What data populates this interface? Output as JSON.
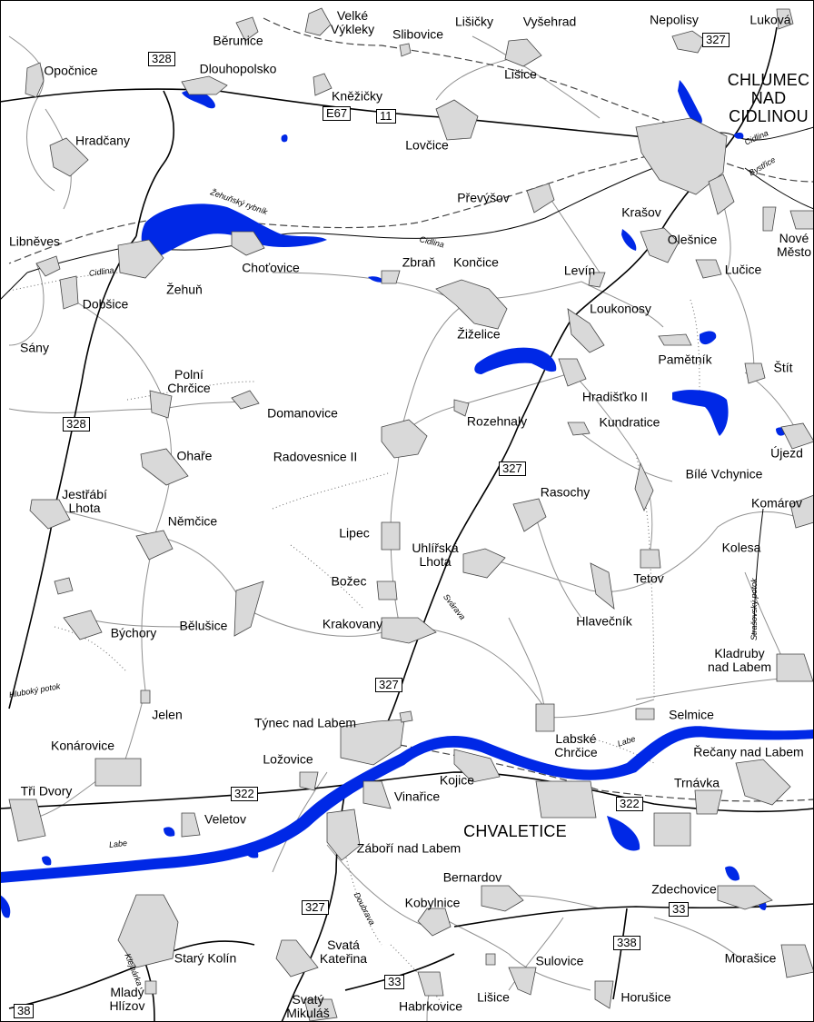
{
  "colors": {
    "water": "#0028e6",
    "settlement": "#d9d9d9",
    "road": "#000000",
    "minor_road": "#999999",
    "rail": "#555555"
  },
  "towns": [
    {
      "label": "Opočnice"
    },
    {
      "label": "Běrunice"
    },
    {
      "label": "Velké\nVýkleky"
    },
    {
      "label": "Slibovice"
    },
    {
      "label": "Lišičky"
    },
    {
      "label": "Vyšehrad"
    },
    {
      "label": "Nepolisy"
    },
    {
      "label": "Luková"
    },
    {
      "label": "Dlouhopolsko"
    },
    {
      "label": "Kněžičky"
    },
    {
      "label": "Lišice"
    },
    {
      "label": "Hradčany"
    },
    {
      "label": "Lovčice"
    },
    {
      "label": "Převýšov"
    },
    {
      "label": "Krašov"
    },
    {
      "label": "Olešnice"
    },
    {
      "label": "Nové\nMěsto"
    },
    {
      "label": "Libněves"
    },
    {
      "label": "Choťovice"
    },
    {
      "label": "Zbraň"
    },
    {
      "label": "Končice"
    },
    {
      "label": "Levín"
    },
    {
      "label": "Lučice"
    },
    {
      "label": "Dobšice"
    },
    {
      "label": "Žehuň"
    },
    {
      "label": "Loukonosy"
    },
    {
      "label": "Žiželice"
    },
    {
      "label": "Sány"
    },
    {
      "label": "Pamětník"
    },
    {
      "label": "Štít"
    },
    {
      "label": "Polní\nChrčice"
    },
    {
      "label": "Hradišťko II"
    },
    {
      "label": "Domanovice"
    },
    {
      "label": "Rozehnaly"
    },
    {
      "label": "Kundratice"
    },
    {
      "label": "Újezd"
    },
    {
      "label": "Radovesnice II"
    },
    {
      "label": "Ohaře"
    },
    {
      "label": "Bílé Vchynice"
    },
    {
      "label": "Jestřábí\nLhota"
    },
    {
      "label": "Rasochy"
    },
    {
      "label": "Komárov"
    },
    {
      "label": "Němčice"
    },
    {
      "label": "Lipec"
    },
    {
      "label": "Uhlířská\nLhota"
    },
    {
      "label": "Kolesa"
    },
    {
      "label": "Božec"
    },
    {
      "label": "Tetov"
    },
    {
      "label": "Býchory"
    },
    {
      "label": "Bělušice"
    },
    {
      "label": "Krakovany"
    },
    {
      "label": "Hlavečník"
    },
    {
      "label": "Kladruby\nnad Labem"
    },
    {
      "label": "Jelen"
    },
    {
      "label": "Selmice"
    },
    {
      "label": "Týnec nad Labem"
    },
    {
      "label": "Labské\nChrčice"
    },
    {
      "label": "Konárovice"
    },
    {
      "label": "Ložovice"
    },
    {
      "label": "Řečany nad Labem"
    },
    {
      "label": "Kojice"
    },
    {
      "label": "Trnávka"
    },
    {
      "label": "Tři Dvory"
    },
    {
      "label": "Vinařice"
    },
    {
      "label": "Veletov"
    },
    {
      "label": "Záboří nad Labem"
    },
    {
      "label": "Bernardov"
    },
    {
      "label": "Zdechovice"
    },
    {
      "label": "Kobylnice"
    },
    {
      "label": "Starý Kolín"
    },
    {
      "label": "Svatá\nKateřina"
    },
    {
      "label": "Sulovice"
    },
    {
      "label": "Morašice"
    },
    {
      "label": "Mladý\nHlízov"
    },
    {
      "label": "Svatý\nMikuláš"
    },
    {
      "label": "Habrkovice"
    },
    {
      "label": "Lišice"
    },
    {
      "label": "Horušice"
    }
  ],
  "major_towns": [
    {
      "label": "CHLUMEC\nNAD\nCIDLINOU"
    },
    {
      "label": "CHVALETICE"
    }
  ],
  "water_labels": [
    {
      "label": "Žehuňský rybník"
    },
    {
      "label": "Cidlina"
    },
    {
      "label": "Cidlina"
    },
    {
      "label": "Cidlina"
    },
    {
      "label": "Bystřice"
    },
    {
      "label": "Svárava"
    },
    {
      "label": "Strašovský potok"
    },
    {
      "label": "Hluboký potok"
    },
    {
      "label": "Labe"
    },
    {
      "label": "Labe"
    },
    {
      "label": "Doubrava"
    },
    {
      "label": "Klejnárka"
    }
  ],
  "road_shields": [
    {
      "label": "328"
    },
    {
      "label": "327"
    },
    {
      "label": "E67"
    },
    {
      "label": "11"
    },
    {
      "label": "328"
    },
    {
      "label": "327"
    },
    {
      "label": "327"
    },
    {
      "label": "322"
    },
    {
      "label": "322"
    },
    {
      "label": "327"
    },
    {
      "label": "33"
    },
    {
      "label": "338"
    },
    {
      "label": "33"
    },
    {
      "label": "38"
    }
  ]
}
